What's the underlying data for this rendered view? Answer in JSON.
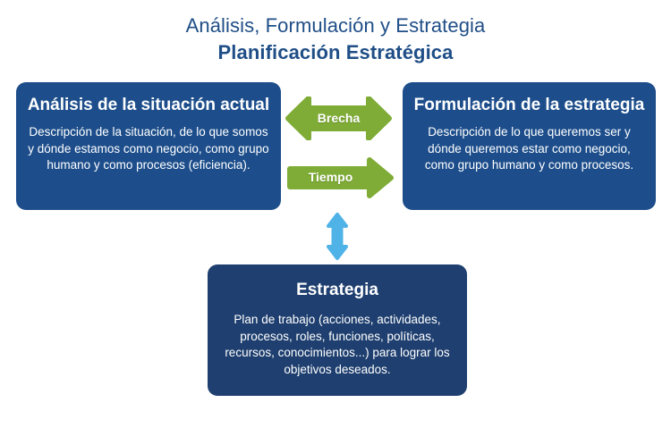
{
  "page": {
    "background_color": "#ffffff",
    "title_color": "#1f4e87",
    "box_color": "#1d4e8b",
    "box_bottom_color": "#1e3f6f",
    "arrow_green_color": "#7fac36",
    "arrow_blue_color": "#4fb3e8"
  },
  "header": {
    "line1": "Análisis, Formulación y Estrategia",
    "line2": "Planificación Estratégica"
  },
  "boxes": {
    "left": {
      "title": "Análisis de la situación actual",
      "body": "Descripción de la situación, de lo que somos y dónde estamos como negocio, como grupo humano y como procesos (eficiencia)."
    },
    "right": {
      "title": "Formulación de la estrategia",
      "body": "Descripción de lo que queremos ser y dónde queremos estar como nego­cio, como grupo humano y como procesos."
    },
    "bottom": {
      "title": "Estrategia",
      "body": "Plan de trabajo (acciones, activida­des, procesos, roles, funciones, polí­ticas, recursos, conocimientos...) para lograr los objetivos deseados."
    }
  },
  "arrows": {
    "brecha": {
      "label": "Brecha",
      "direction": "double-horizontal",
      "color": "#7fac36"
    },
    "tiempo": {
      "label": "Tiempo",
      "direction": "right",
      "color": "#7fac36"
    },
    "vertical": {
      "label": "",
      "direction": "double-vertical",
      "color": "#4fb3e8"
    }
  }
}
